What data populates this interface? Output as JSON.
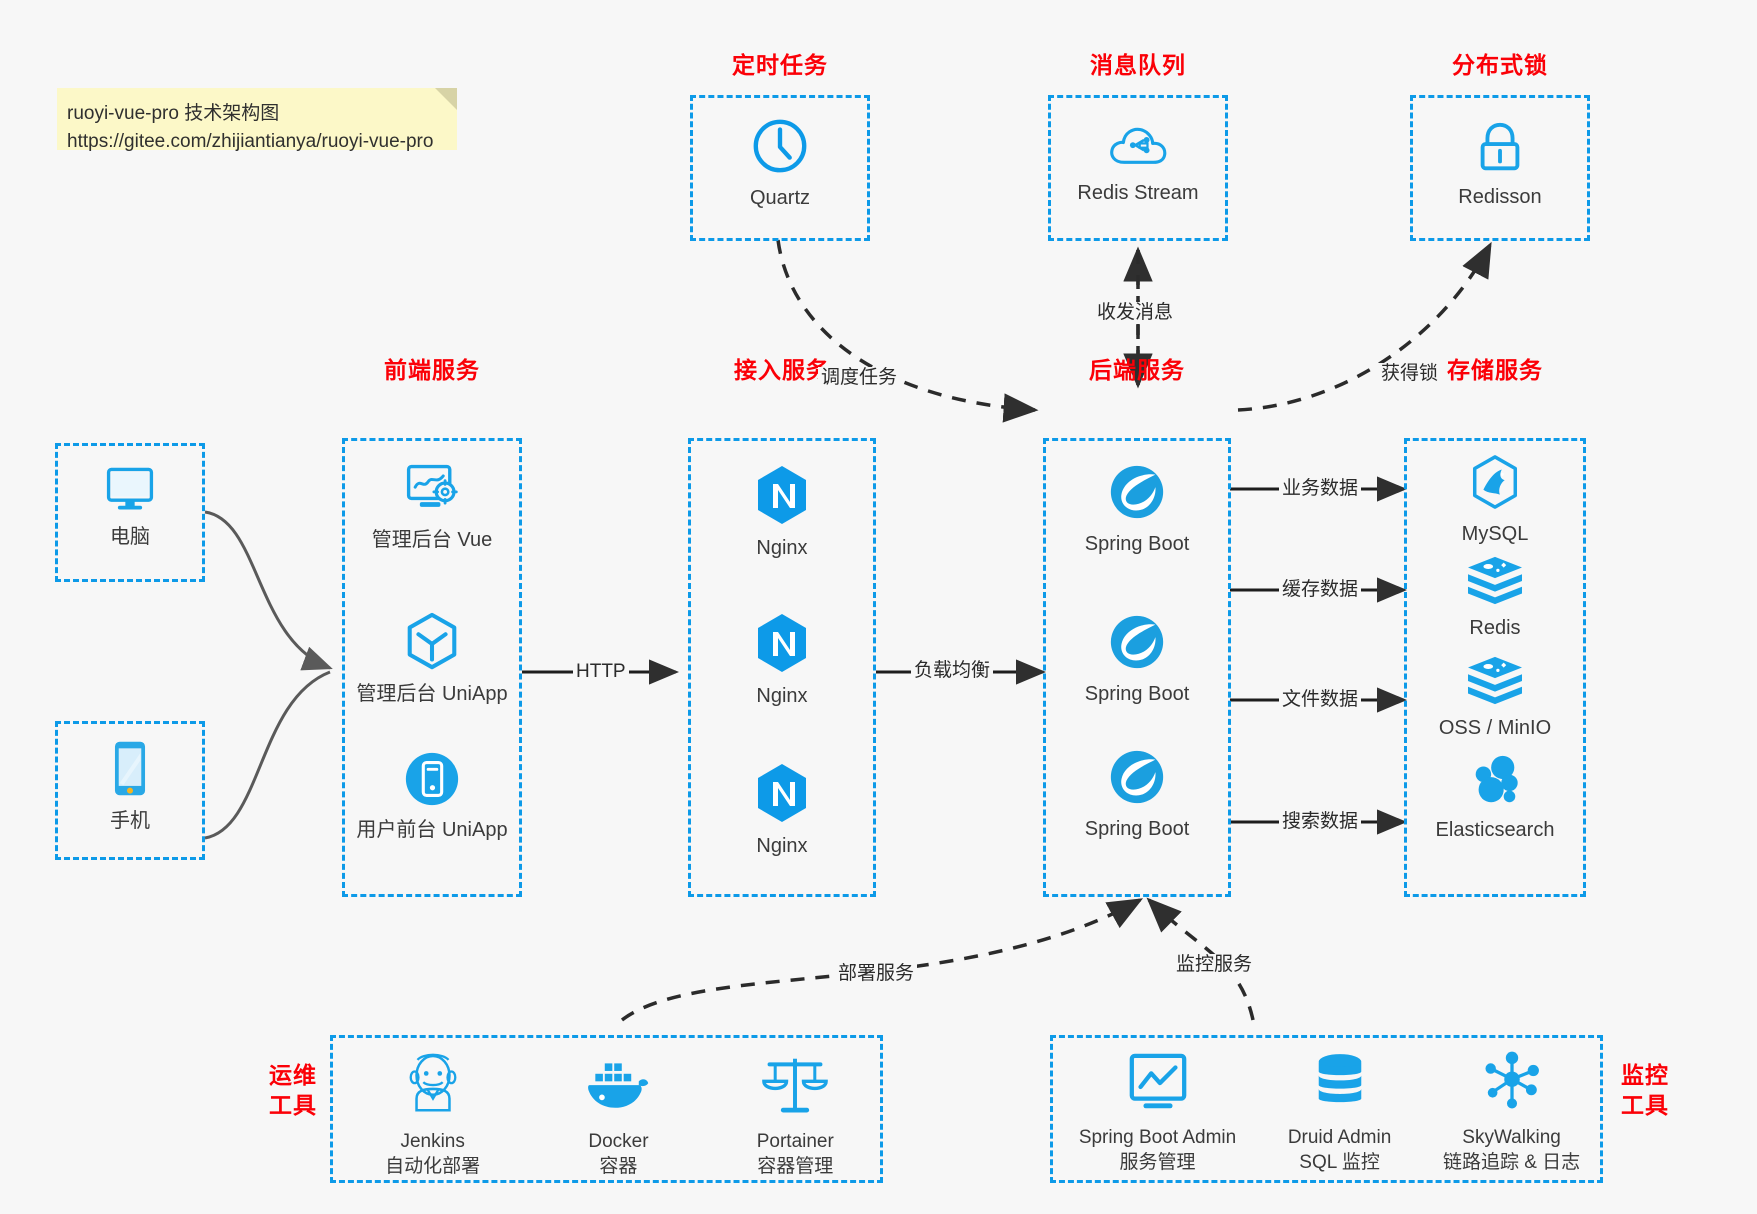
{
  "note": {
    "line1": "ruoyi-vue-pro 技术架构图",
    "line2": "https://gitee.com/zhijiantianya/ruoyi-vue-pro"
  },
  "colors": {
    "accent_blue": "#0d9ae8",
    "label_red": "#fb0007",
    "background": "#f7f7f7",
    "note_yellow": "#fcf8c8",
    "text": "#3b3b3b"
  },
  "groups": {
    "scheduler": {
      "label": "定时任务",
      "items": [
        {
          "name": "Quartz",
          "icon": "clock-icon"
        }
      ]
    },
    "mq": {
      "label": "消息队列",
      "items": [
        {
          "name": "Redis Stream",
          "icon": "cloud-stream-icon"
        }
      ]
    },
    "lock": {
      "label": "分布式锁",
      "items": [
        {
          "name": "Redisson",
          "icon": "lock-icon"
        }
      ]
    },
    "clients": {
      "label": "",
      "items": [
        {
          "name": "电脑",
          "icon": "desktop-icon"
        },
        {
          "name": "手机",
          "icon": "mobile-icon"
        }
      ]
    },
    "frontend": {
      "label": "前端服务",
      "items": [
        {
          "name": "管理后台 Vue",
          "icon": "dashboard-gear-icon"
        },
        {
          "name": "管理后台 UniApp",
          "icon": "hexagon-uniapp-icon"
        },
        {
          "name": "用户前台 UniApp",
          "icon": "mobile-circle-icon"
        }
      ]
    },
    "gateway": {
      "label": "接入服务",
      "items": [
        {
          "name": "Nginx",
          "icon": "nginx-icon"
        },
        {
          "name": "Nginx",
          "icon": "nginx-icon"
        },
        {
          "name": "Nginx",
          "icon": "nginx-icon"
        }
      ]
    },
    "backend": {
      "label": "后端服务",
      "items": [
        {
          "name": "Spring Boot",
          "icon": "spring-boot-icon"
        },
        {
          "name": "Spring Boot",
          "icon": "spring-boot-icon"
        },
        {
          "name": "Spring Boot",
          "icon": "spring-boot-icon"
        }
      ]
    },
    "storage": {
      "label": "存储服务",
      "items": [
        {
          "name": "MySQL",
          "icon": "mysql-icon"
        },
        {
          "name": "Redis",
          "icon": "redis-icon"
        },
        {
          "name": "OSS / MinIO",
          "icon": "oss-icon"
        },
        {
          "name": "Elasticsearch",
          "icon": "elasticsearch-icon"
        }
      ]
    },
    "devops": {
      "label_line1": "运维",
      "label_line2": "工具",
      "items": [
        {
          "name": "Jenkins",
          "desc": "自动化部署",
          "icon": "jenkins-icon"
        },
        {
          "name": "Docker",
          "desc": "容器",
          "icon": "docker-icon"
        },
        {
          "name": "Portainer",
          "desc": "容器管理",
          "icon": "scales-icon"
        }
      ]
    },
    "monitor": {
      "label_line1": "监控",
      "label_line2": "工具",
      "items": [
        {
          "name": "Spring Boot Admin",
          "desc": "服务管理",
          "icon": "monitor-chart-icon"
        },
        {
          "name": "Druid Admin",
          "desc": "SQL 监控",
          "icon": "database-icon"
        },
        {
          "name": "SkyWalking",
          "desc": "链路追踪 & 日志",
          "icon": "skywalking-icon"
        }
      ]
    }
  },
  "edges": {
    "http": "HTTP",
    "load_balance": "负载均衡",
    "schedule_task": "调度任务",
    "send_receive_message": "收发消息",
    "acquire_lock": "获得锁",
    "business_data": "业务数据",
    "cache_data": "缓存数据",
    "file_data": "文件数据",
    "search_data": "搜索数据",
    "deploy_service": "部署服务",
    "monitor_service": "监控服务"
  }
}
